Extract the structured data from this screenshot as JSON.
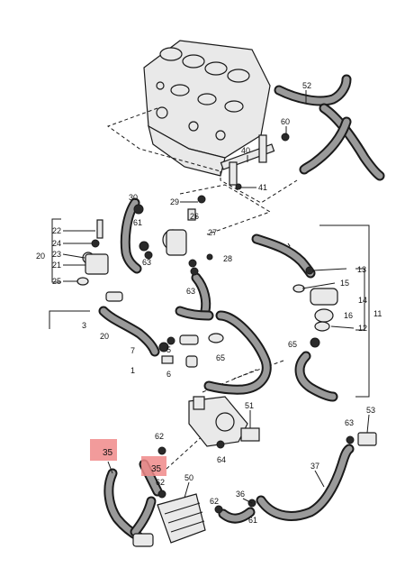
{
  "labels": {
    "l1": "1",
    "l3": "3",
    "l5": "5",
    "l6": "6",
    "l7": "7",
    "l11": "11",
    "l12": "12",
    "l13": "13",
    "l14": "14",
    "l15": "15",
    "l16": "16",
    "l20a": "20",
    "l20b": "20",
    "l21": "21",
    "l22": "22",
    "l23": "23",
    "l24": "24",
    "l25": "25",
    "l26": "26",
    "l27": "27",
    "l28": "28",
    "l29": "29",
    "l30": "30",
    "l35a": "35",
    "l35b": "35",
    "l36": "36",
    "l37": "37",
    "l40": "40",
    "l41": "41",
    "l50": "50",
    "l51": "51",
    "l52": "52",
    "l53": "53",
    "l60": "60",
    "l61a": "61",
    "l61b": "61",
    "l62a": "62",
    "l62b": "62",
    "l62c": "62",
    "l63a": "63",
    "l63b": "63",
    "l63c": "63",
    "l64": "64",
    "l65a": "65",
    "l65b": "65"
  },
  "colors": {
    "highlight": "#f08a8a",
    "line": "#1a1a1a",
    "hose_fill": "#9a9a9a"
  }
}
